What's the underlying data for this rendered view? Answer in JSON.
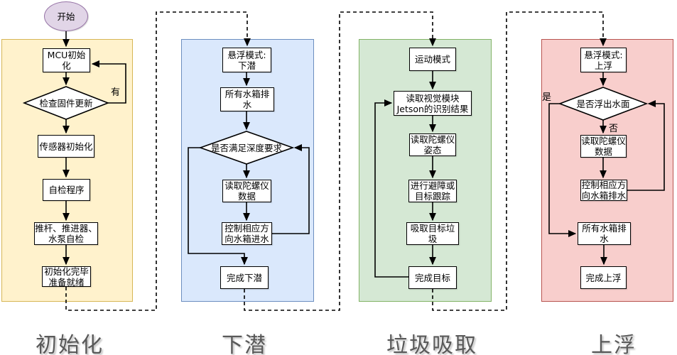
{
  "start": {
    "label": "开始"
  },
  "colors": {
    "start_fill": "#E1D5E7",
    "start_stroke": "#9673A6",
    "init_fill": "#FFF2CC",
    "init_stroke": "#D6B656",
    "dive_fill": "#DAE8FC",
    "dive_stroke": "#6C8EBF",
    "suction_fill": "#D5E8D4",
    "suction_stroke": "#82B366",
    "ascend_fill": "#F8CECC",
    "ascend_stroke": "#B85450",
    "title_text": "#595959",
    "node_border": "#000000"
  },
  "sections": [
    {
      "title": "初始化",
      "nodes": {
        "mcu_init": "MCU初始化",
        "check_firmware": "检查固件更新",
        "sensor_init": "传感器初始化",
        "self_test": "自检程序",
        "actuator_test": "推杆、推进器、\n水泵自检",
        "init_ready": "初始化完毕\n准备就绪"
      },
      "edge_labels": {
        "has_update": "有"
      }
    },
    {
      "title": "下潜",
      "nodes": {
        "hover_mode": "悬浮模式:\n下潜",
        "drain_all": "所有水箱排水",
        "depth_ok": "是否满足深度要求",
        "read_gyro": "读取陀螺仪\n数据",
        "fill_tank": "控制相应方\n向水箱进水",
        "done": "完成下潜"
      }
    },
    {
      "title": "垃圾吸取",
      "nodes": {
        "motion_mode": "运动模式",
        "read_vision": "读取视觉模块\nJetson的识别结果",
        "read_attitude": "读取陀螺仪\n姿态",
        "avoid_track": "进行避障或\n目标跟踪",
        "suck_trash": "吸取目标垃圾",
        "done": "完成目标"
      }
    },
    {
      "title": "上浮",
      "nodes": {
        "hover_mode": "悬浮模式:\n上浮",
        "surfaced": "是否浮出水面",
        "read_gyro": "读取陀螺仪\n数据",
        "drain_tank": "控制相应方\n向水箱排水",
        "drain_all": "所有水箱排水",
        "done": "完成上浮"
      },
      "edge_labels": {
        "yes": "是",
        "no": "否"
      }
    }
  ]
}
